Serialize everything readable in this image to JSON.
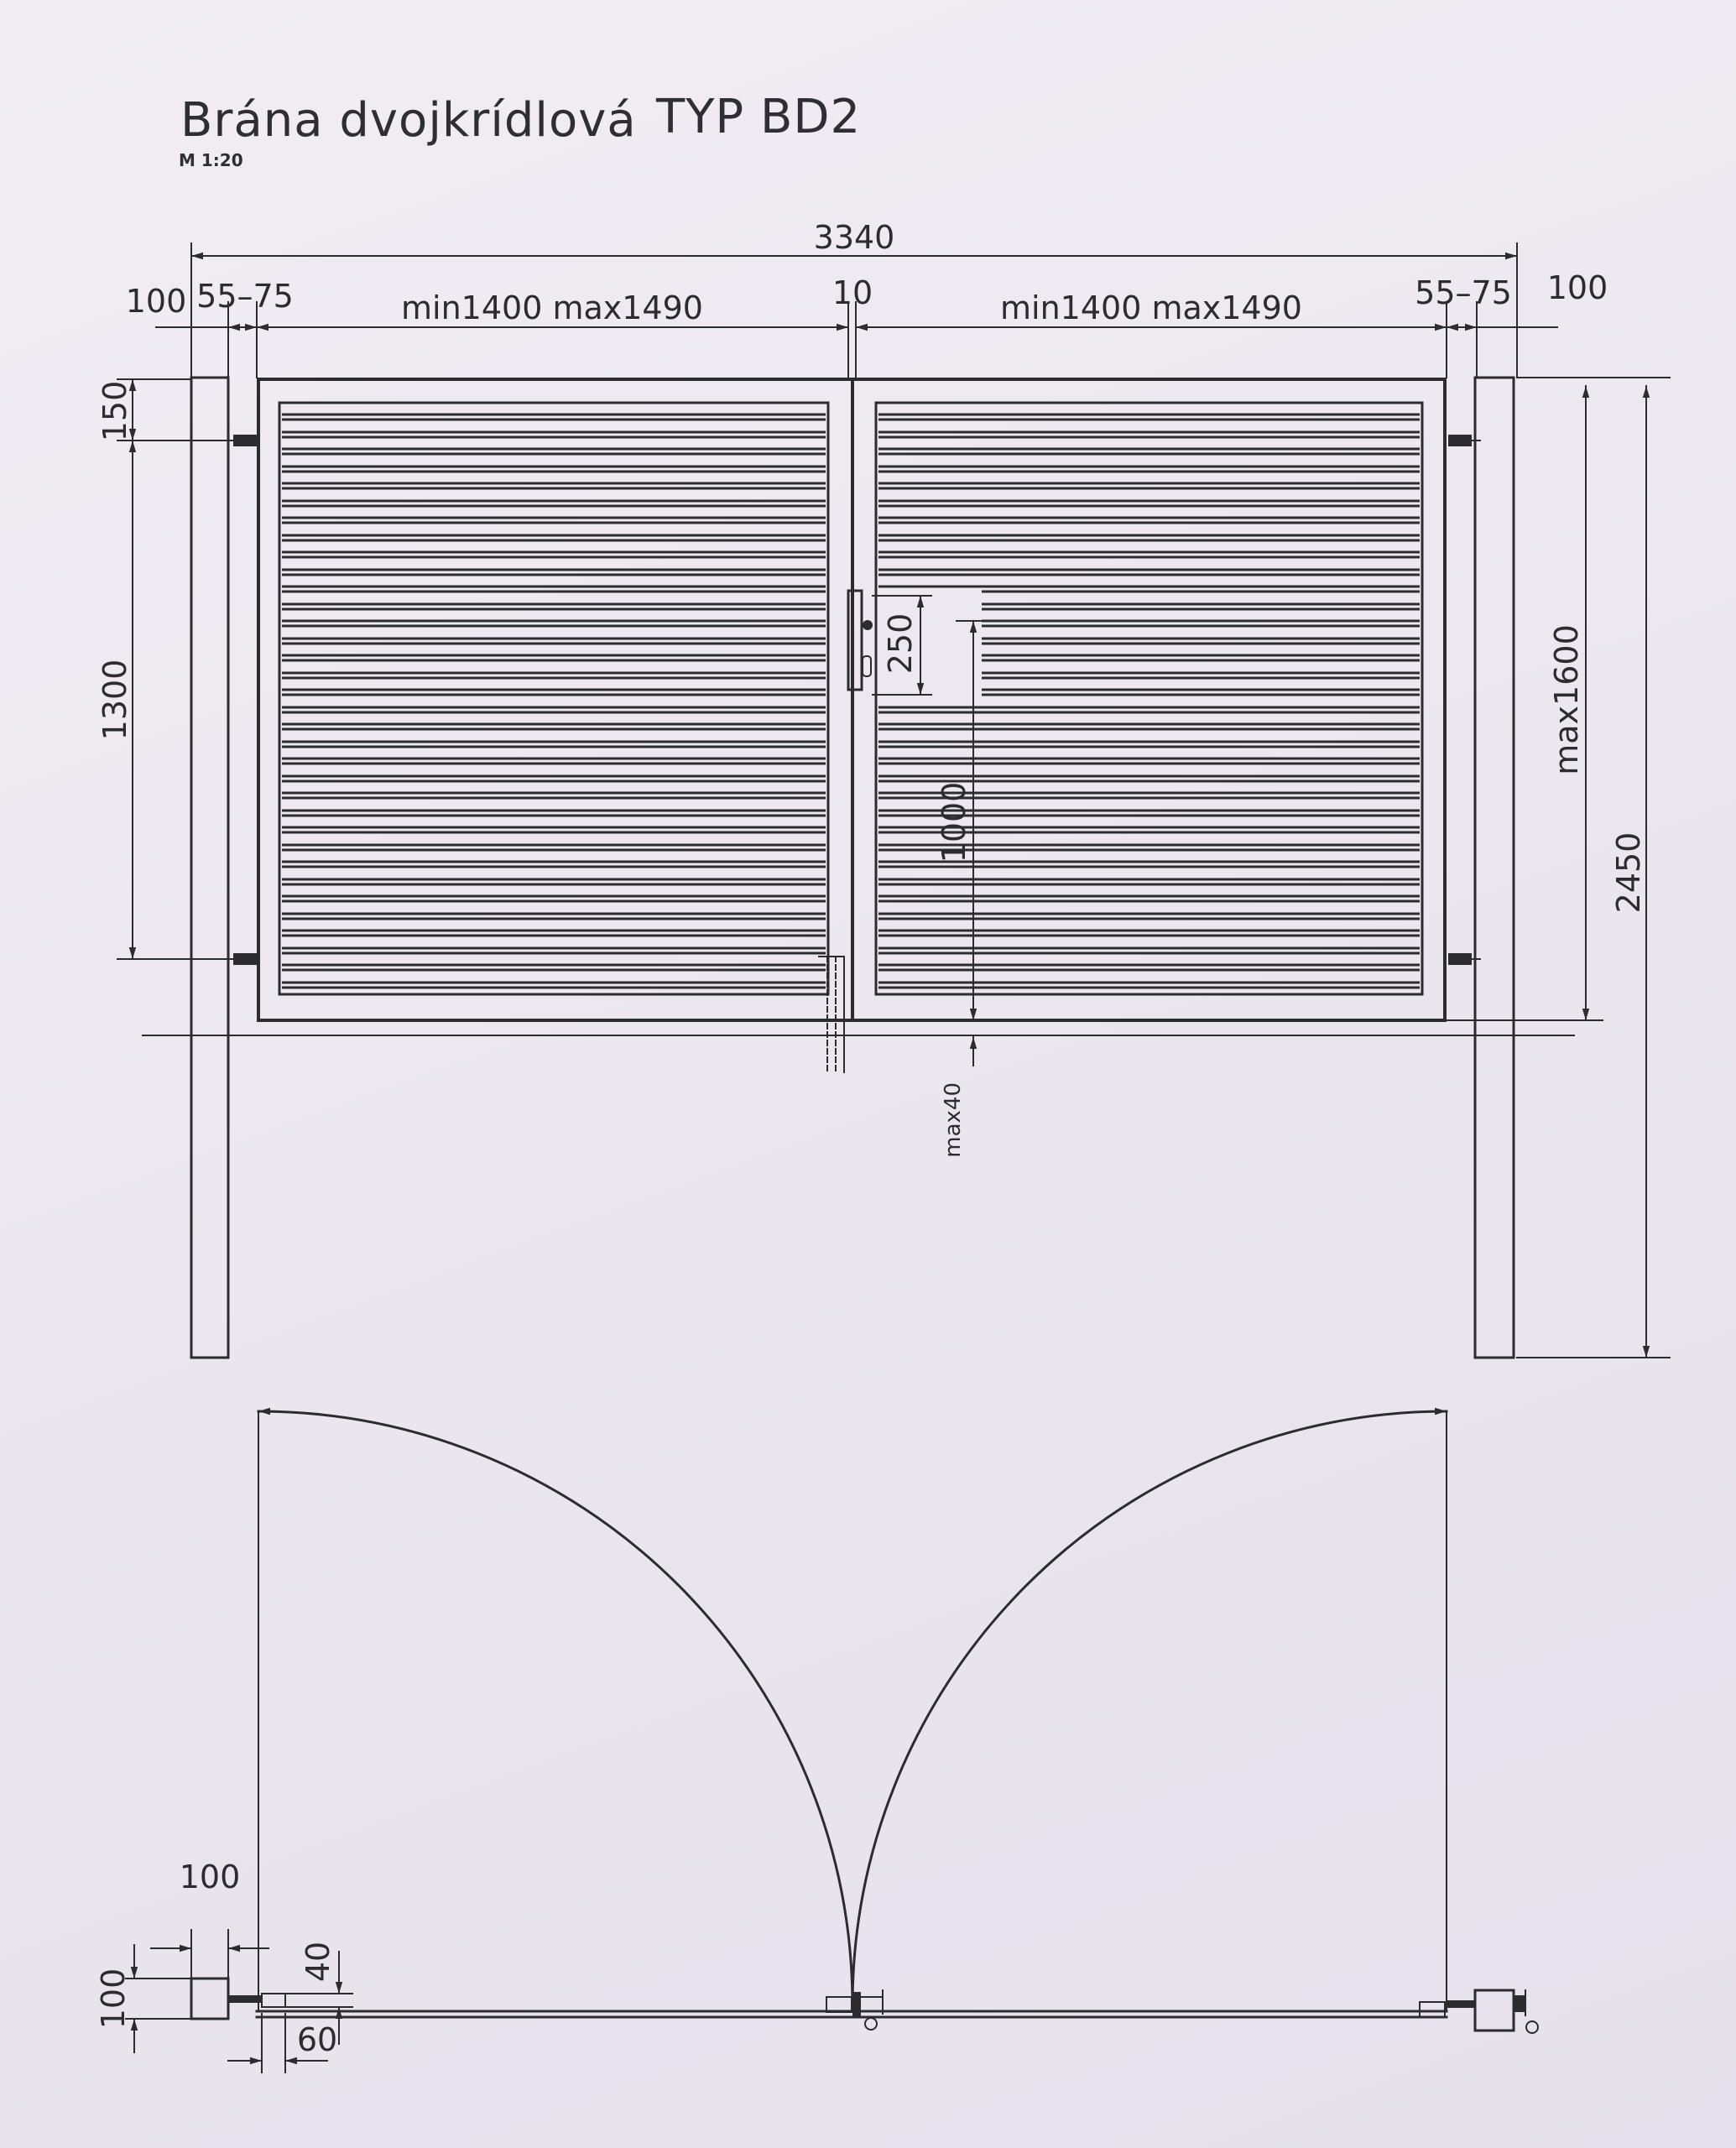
{
  "drawing": {
    "title": "Brána dvojkrídlová",
    "type_label": "TYP BD2",
    "scale": "M 1:20"
  },
  "dimensions": {
    "overall_width": "3340",
    "post_left": "100",
    "gap_left": "55–75",
    "leaf_left": "min1400 max1490",
    "center_gap": "10",
    "leaf_right": "min1400 max1490",
    "gap_right": "55–75",
    "post_right": "100",
    "hinge_top": "150",
    "hinge_spacing": "1300",
    "lock_height": "250",
    "lock_position": "1000",
    "ground_clearance": "max40",
    "leaf_height": "max1600",
    "post_height": "2450"
  },
  "plan_view": {
    "post_width": "100",
    "post_depth": "100",
    "offset_40": "40",
    "offset_60": "60"
  },
  "colors": {
    "ink": "#2b2b30",
    "paper": "#ede8f0"
  }
}
